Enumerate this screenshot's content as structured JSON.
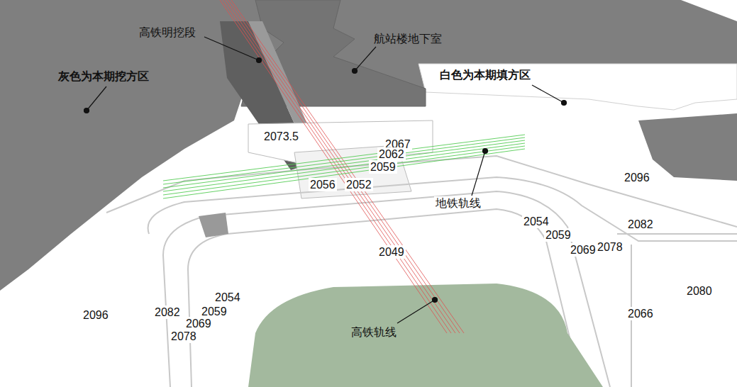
{
  "diagram": {
    "labels": [
      "高铁明挖段",
      "航站楼地下室",
      "灰色为本期挖方区",
      "白色为本期填方区",
      "2073.5",
      "2067",
      "2062",
      "2059",
      "2096",
      "2056",
      "2052",
      "地铁轨线",
      "2054",
      "2082",
      "2059",
      "2078",
      "2069",
      "2049",
      "2080",
      "2054",
      "2059",
      "2082",
      "2096",
      "2066",
      "2069",
      "2078",
      "高铁轨线"
    ]
  }
}
